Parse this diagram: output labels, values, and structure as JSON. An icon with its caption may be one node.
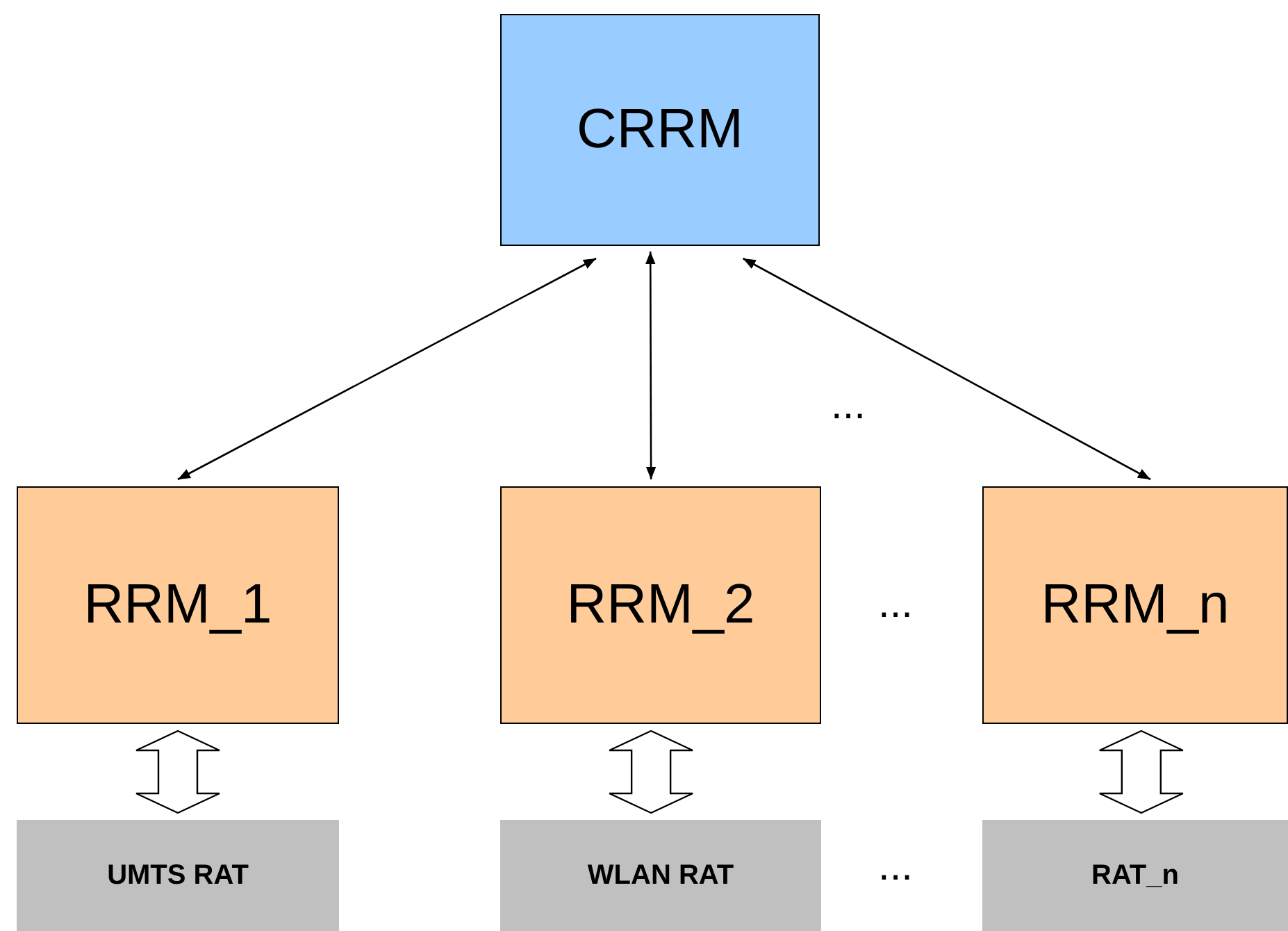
{
  "diagram": {
    "nodes": [
      {
        "text": [
          "CRRM"
        ]
      },
      {
        "text": [
          "RRM_1"
        ]
      },
      {
        "text": [
          "RRM_2"
        ]
      },
      {
        "text": [
          "RRM_n"
        ]
      },
      {
        "text": [
          "UMTS RAT"
        ]
      },
      {
        "text": [
          "WLAN RAT"
        ]
      },
      {
        "text": [
          "RAT_n"
        ]
      }
    ],
    "edges": [
      {
        "from": 0,
        "to": 1,
        "arrow": "both"
      },
      {
        "from": 0,
        "to": 2,
        "arrow": "both"
      },
      {
        "from": 0,
        "to": 3,
        "arrow": "both"
      },
      {
        "from": 1,
        "to": 4,
        "arrow": "both",
        "style": "thick"
      },
      {
        "from": 2,
        "to": 5,
        "arrow": "both",
        "style": "thick"
      },
      {
        "from": 3,
        "to": 6,
        "arrow": "both",
        "style": "thick"
      }
    ],
    "labels": [
      "...",
      "...",
      "..."
    ]
  }
}
